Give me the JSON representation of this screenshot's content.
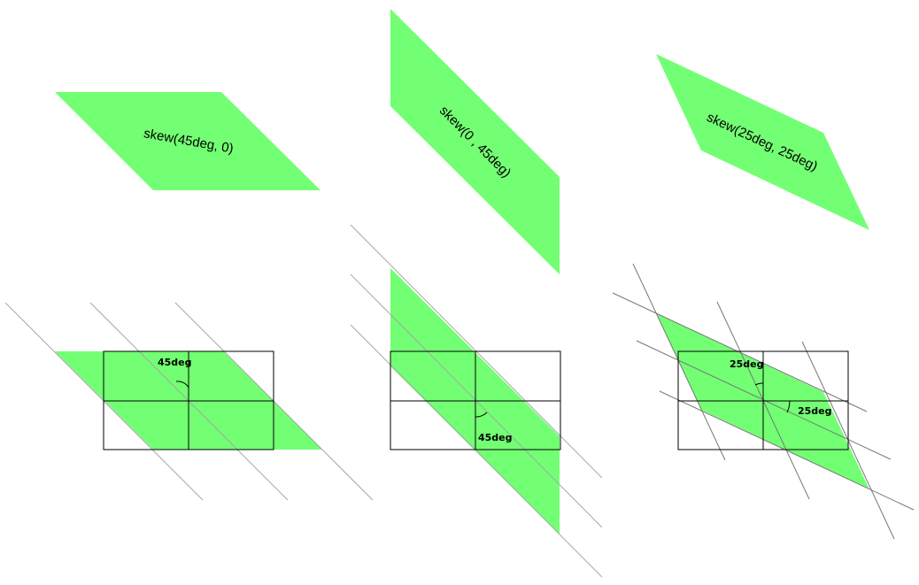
{
  "colors": {
    "shape_fill": "#73ff73",
    "guide_line": "#a6a6a6",
    "grid_line": "#000000",
    "text": "#000000"
  },
  "examples": [
    {
      "transform_label": "skew(45deg, 0)",
      "angle_labels": [
        "45deg"
      ]
    },
    {
      "transform_label": "skew(0 , 45deg)",
      "angle_labels": [
        "45deg"
      ]
    },
    {
      "transform_label": "skew(25deg, 25deg)",
      "angle_labels": [
        "25deg",
        "25deg"
      ]
    }
  ]
}
